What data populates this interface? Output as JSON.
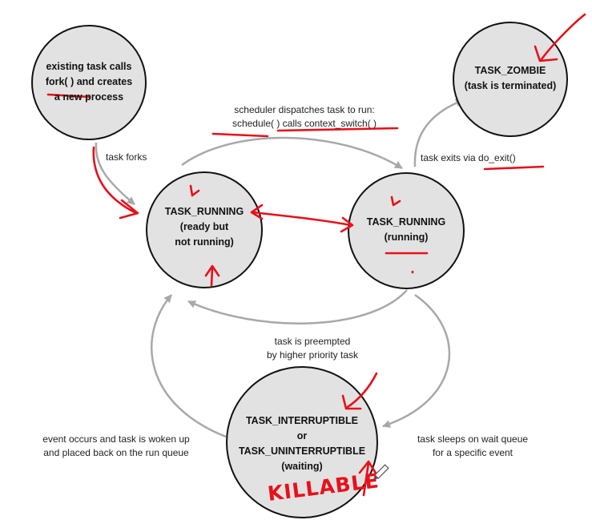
{
  "nodes": {
    "fork": {
      "lines": [
        "existing task calls",
        "fork( ) and creates",
        "a new process"
      ]
    },
    "zombie": {
      "lines": [
        "TASK_ZOMBIE",
        "(task is terminated)"
      ]
    },
    "ready": {
      "lines": [
        "TASK_RUNNING",
        "(ready but",
        "not running)"
      ]
    },
    "running": {
      "lines": [
        "TASK_RUNNING",
        "(running)"
      ]
    },
    "waiting": {
      "lines": [
        "TASK_INTERRUPTIBLE",
        "or",
        "TASK_UNINTERRUPTIBLE",
        "(waiting)"
      ]
    }
  },
  "edges": {
    "forks": "task forks",
    "dispatch": [
      "scheduler dispatches task to run:",
      "schedule( ) calls context_switch( )"
    ],
    "exit": "task exits via do_exit()",
    "preempt": [
      "task is preempted",
      "by  higher priority task"
    ],
    "sleep": [
      "task sleeps on wait queue",
      "for a specific event"
    ],
    "wake": [
      "event occurs and task is woken up",
      "and placed back on the run queue"
    ]
  },
  "annotations": {
    "killable": "KILLABLE"
  },
  "colors": {
    "node_fill": "#e2e2e2",
    "node_stroke": "#111111",
    "arrow_gray": "#a8a8a8",
    "ink_red": "#e8101a"
  }
}
